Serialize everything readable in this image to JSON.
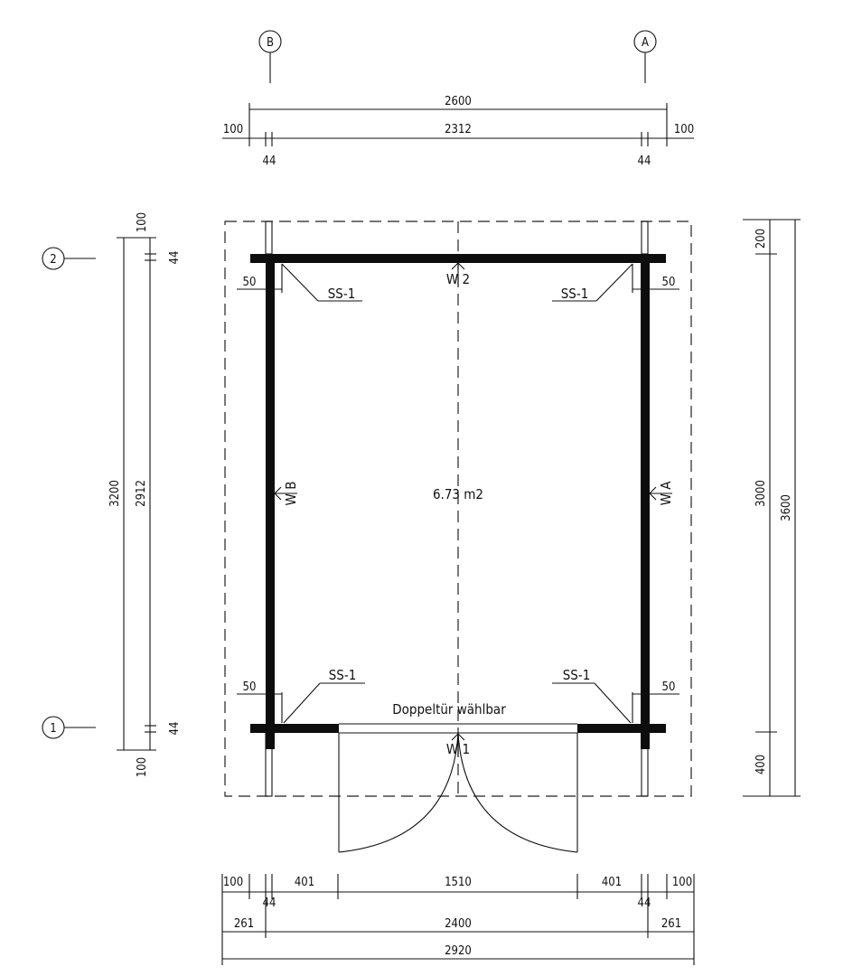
{
  "axes": {
    "B": "B",
    "A": "A",
    "row2": "2",
    "row1": "1"
  },
  "top_dims": {
    "total": "2600",
    "inner": "2312",
    "left": "100",
    "right": "100",
    "beam_left": "44",
    "beam_right": "44"
  },
  "left_dims": {
    "top": "100",
    "top_beam": "44",
    "inner": "2912",
    "total": "3200",
    "bottom_beam": "44",
    "bottom": "100"
  },
  "right_dims": {
    "top": "200",
    "inner": "3000",
    "total": "3600",
    "bottom": "400"
  },
  "bottom_dims": {
    "row1": [
      "100",
      "401",
      "1510",
      "401",
      "100"
    ],
    "row1_beams": [
      "44",
      "44"
    ],
    "row2": [
      "261",
      "2400",
      "261"
    ],
    "total": "2920"
  },
  "labels": {
    "area": "6.73 m2",
    "door_note": "Doppeltür wählbar",
    "corner_tag": "SS-1",
    "corner_offset": "50",
    "wall_top": "W 2",
    "wall_bottom": "W 1",
    "wall_left": "W B",
    "wall_right": "W A"
  }
}
